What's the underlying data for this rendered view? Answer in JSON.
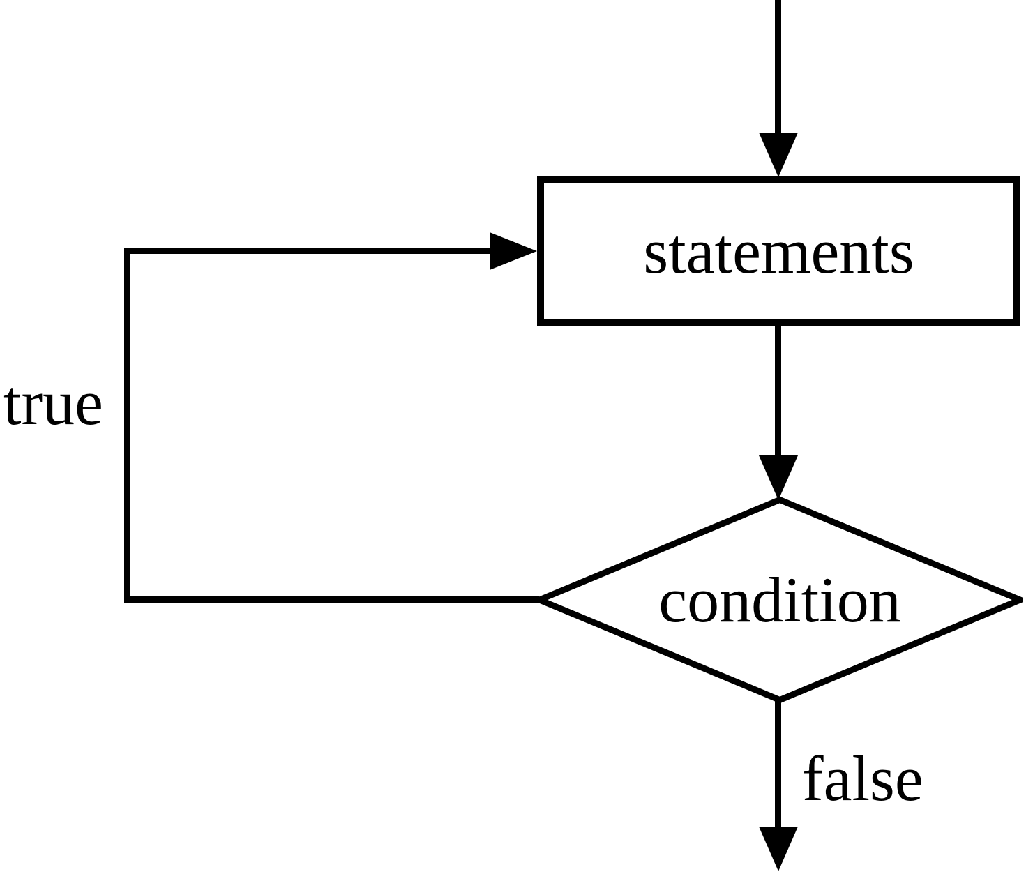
{
  "diagram": {
    "type": "flowchart-do-while-loop",
    "nodes": [
      {
        "id": "statements",
        "shape": "rectangle",
        "label": "statements"
      },
      {
        "id": "condition",
        "shape": "diamond",
        "label": "condition"
      }
    ],
    "edges": [
      {
        "id": "entry-to-statements",
        "label": ""
      },
      {
        "id": "statements-to-condition",
        "label": ""
      },
      {
        "id": "condition-to-statements-loop",
        "label": "true"
      },
      {
        "id": "condition-exit",
        "label": "false"
      }
    ],
    "colors": {
      "stroke": "#000000",
      "fill": "#ffffff",
      "text": "#000000",
      "background": "#ffffff"
    }
  }
}
